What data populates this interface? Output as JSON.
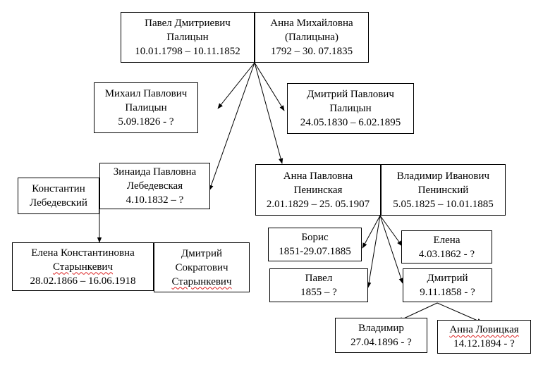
{
  "people": {
    "pavel_d": {
      "first": "Павел Дмитриевич",
      "last": "Палицын",
      "dates": "10.01.1798 – 10.11.1852"
    },
    "anna_m": {
      "first": "Анна Михайловна",
      "last": "(Палицына)",
      "dates": "1792 – 30. 07.1835"
    },
    "mikhail": {
      "first": "Михаил Павлович",
      "last": "Палицын",
      "dates": "5.09.1826 - ?"
    },
    "dmitry_p": {
      "first": "Дмитрий Павлович",
      "last": "Палицын",
      "dates": "24.05.1830 – 6.02.1895"
    },
    "konstantin": {
      "first": "Константин",
      "last": "Лебедевский"
    },
    "zinaida": {
      "first": "Зинаида Павловна",
      "last": "Лебедевская",
      "dates": "4.10.1832 – ?"
    },
    "anna_p": {
      "first": "Анна Павловна",
      "last": "Пенинская",
      "dates": "2.01.1829 – 25. 05.1907"
    },
    "vladimir_i": {
      "first": "Владимир Иванович",
      "last": "Пенинский",
      "dates": "5.05.1825 – 10.01.1885"
    },
    "elena_k": {
      "first": "Елена Константиновна",
      "last": "Старынкевич",
      "dates": "28.02.1866 – 16.06.1918"
    },
    "dmitry_s": {
      "first": "Дмитрий",
      "middle": "Сократович",
      "last": "Старынкевич"
    },
    "boris": {
      "first": "Борис",
      "dates": "1851-29.07.1885"
    },
    "elena": {
      "first": "Елена",
      "dates": "4.03.1862 - ?"
    },
    "pavel": {
      "first": "Павел",
      "dates": "1855 – ?"
    },
    "dmitry": {
      "first": "Дмитрий",
      "dates": "9.11.1858 - ?"
    },
    "vladimir": {
      "first": "Владимир",
      "dates": "27.04.1896 - ?"
    },
    "anna_l": {
      "first": "Анна Ловицкая",
      "dates": "14.12.1894 - ?"
    }
  }
}
